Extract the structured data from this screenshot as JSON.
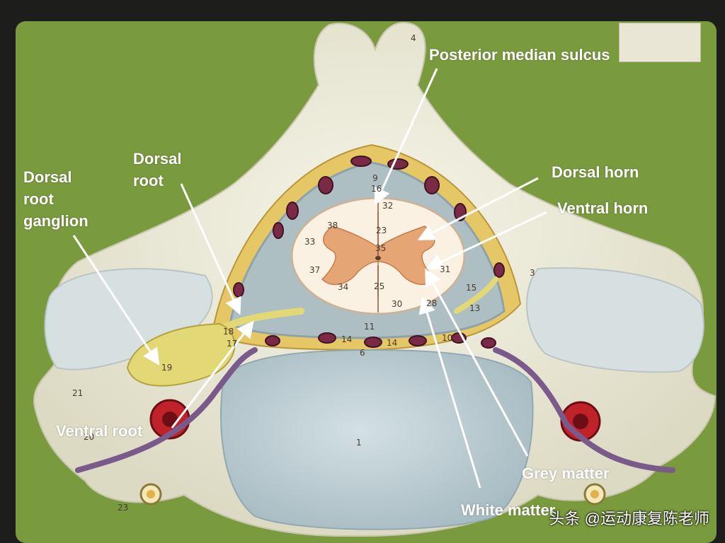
{
  "labels": {
    "posterior_median_sulcus": "Posterior median sulcus",
    "dorsal_root": "Dorsal\nroot",
    "dorsal_root_ganglion": "Dorsal\nroot\nganglion",
    "dorsal_horn": "Dorsal horn",
    "ventral_horn": "Ventral horn",
    "ventral_root": "Ventral root",
    "grey_matter": "Grey matter",
    "white_matter": "White matter"
  },
  "model_numbers": [
    "4",
    "9",
    "16",
    "32",
    "23",
    "35",
    "37",
    "38",
    "33",
    "34",
    "25",
    "30",
    "28",
    "31",
    "15",
    "13",
    "11",
    "14",
    "14",
    "10",
    "6",
    "18",
    "17",
    "19",
    "21",
    "20",
    "1",
    "23",
    "3"
  ],
  "watermark": "头条 @运动康复陈老师",
  "colors": {
    "board": "#7a9a3e",
    "bone": "#efeedd",
    "membrane": "#aebfc4",
    "fat": "#e6c766",
    "grey_matter": "#e5a574",
    "white_matter": "#fbf1e2",
    "ganglion": "#e2d876",
    "artery": "#c0222a",
    "vein": "#7a3a55",
    "label_text": "#ffffff"
  }
}
